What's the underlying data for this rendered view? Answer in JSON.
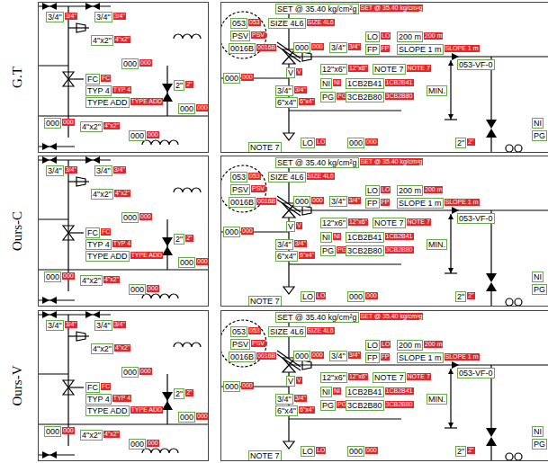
{
  "diagram": {
    "labels": [
      "G.T",
      "Ours-C",
      "Ours-V",
      "3/4\"",
      "3/4\"",
      "3/4\"",
      "3/4\"",
      "4\"x2\"",
      "4\"x2\"",
      "000",
      "000",
      "FC",
      "FC",
      "TYP 4",
      "TYP 4",
      "TYPE ADD",
      "TYPE ADD",
      "2\"",
      "2\"",
      "000",
      "000",
      "000",
      "000",
      "4\"x2\"",
      "4\"x2\"",
      "000",
      "000",
      "SET @ 35.40 kg/cm²g",
      "SET @ 35.40 kg/cm²g",
      "053",
      "053",
      "PSV",
      "PSV",
      "0016B",
      "0016B",
      "SIZE 4L6",
      "SIZE 4L6",
      "000",
      "000",
      "3/4\"",
      "3/4\"",
      "LO",
      "LO",
      "FP",
      "FP",
      "200 m",
      "200 m",
      "SLOPE 1 m",
      "SLOPE 1 m",
      "053-VF-0",
      "000",
      "000",
      "V",
      "V",
      "12\"x6\"",
      "12\"x6\"",
      "NOTE 7",
      "NOTE 7",
      "NI",
      "NI",
      "1CB2B41",
      "1CB2B41",
      "PG",
      "PG",
      "3CB2B80",
      "3CB2B80",
      "3/4\"",
      "3/4\"",
      "6\"x4\"",
      "6\"x4\"",
      "MIN.",
      "NOTE 7",
      "LO",
      "LO",
      "000",
      "000",
      "2\"",
      "2\"",
      "NI",
      "PG",
      "3/4\"",
      "3/4\"",
      "3/4\"",
      "3/4\"",
      "4\"x2\"",
      "4\"x2\"",
      "000",
      "000",
      "FC",
      "FC",
      "TYP 4",
      "TYP 4",
      "TYPE ADD",
      "TYPE ADD",
      "2\"",
      "2\"",
      "000",
      "000",
      "000",
      "000",
      "4\"x2\"",
      "4\"x2\"",
      "000",
      "000",
      "SET @ 35.40 kg/cm²g",
      "SET @ 35.40 kg/cm²g",
      "053",
      "053",
      "PSV",
      "PSV",
      "0016B",
      "0016B",
      "SIZE 4L6",
      "SIZE 4L6",
      "000",
      "000",
      "3/4\"",
      "3/4\"",
      "LO",
      "LO",
      "FP",
      "FP",
      "200 m",
      "200 m",
      "SLOPE 1 m",
      "SLOPE 1 m",
      "053-VF-0",
      "000",
      "000",
      "V",
      "V",
      "12\"x6\"",
      "12\"x6\"",
      "NOTE 7",
      "NOTE 7",
      "NI",
      "NI",
      "1CB2B41",
      "1CB2B41",
      "PG",
      "PG",
      "3CB2B80",
      "3CB2B80",
      "3/4\"",
      "3/4\"",
      "6\"x4\"",
      "6\"x4\"",
      "MIN.",
      "NOTE 7",
      "LO",
      "LO",
      "000",
      "000",
      "2\"",
      "2\"",
      "NI",
      "PG",
      "3/4\"",
      "3/4\"",
      "3/4\"",
      "3/4\"",
      "4\"x2\"",
      "4\"x2\"",
      "000",
      "000",
      "FC",
      "FC",
      "TYP 4",
      "TYP 4",
      "TYPE ADD",
      "TYPE ADD",
      "2\"",
      "2\"",
      "000",
      "000",
      "000",
      "000",
      "4\"x2\"",
      "4\"x2\"",
      "000",
      "000",
      "SET @ 35.40 kg/cm²g",
      "SET @ 35.40 kg/cm²g",
      "053",
      "053",
      "PSV",
      "PSV",
      "0016B",
      "0016B",
      "SIZE 4L6",
      "SIZE 4L6",
      "000",
      "000",
      "3/4\"",
      "3/4\"",
      "LO",
      "LO",
      "FP",
      "FP",
      "200 m",
      "200 m",
      "SLOPE 1 m",
      "SLOPE 1 m",
      "053-VF-0",
      "000",
      "000",
      "V",
      "V",
      "12\"x6\"",
      "12\"x6\"",
      "NOTE 7",
      "NOTE 7",
      "NI",
      "NI",
      "1CB2B41",
      "1CB2B41",
      "PG",
      "PG",
      "3CB2B80",
      "3CB2B80",
      "3/4\"",
      "3/4\"",
      "6\"x4\"",
      "6\"x4\"",
      "MIN.",
      "NOTE 7",
      "LO",
      "LO",
      "000",
      "000",
      "2\"",
      "2\"",
      "NI",
      "PG"
    ]
  }
}
